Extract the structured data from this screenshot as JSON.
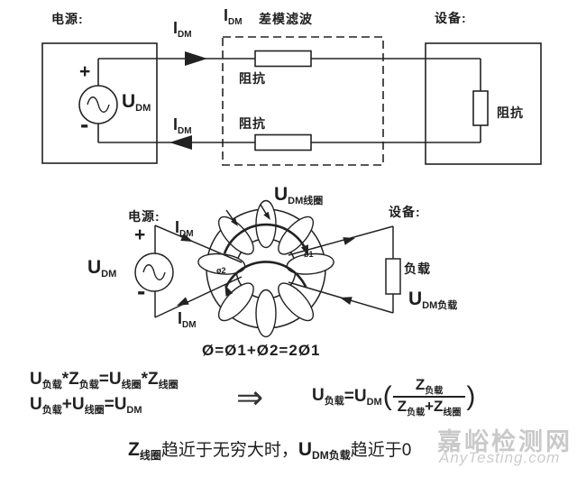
{
  "colors": {
    "line": "#222222",
    "text": "#1e1e1e",
    "watermark": "#c9c9c9",
    "background": "#ffffff"
  },
  "top": {
    "source_label": "电源:",
    "device_label": "设备:",
    "filter_label": "差模滤波",
    "idm_top": {
      "m": "I",
      "s": "DM"
    },
    "idm_bottom": {
      "m": "I",
      "s": "DM"
    },
    "idm_filter": {
      "m": "I",
      "s": "DM"
    },
    "udm": {
      "m": "U",
      "s": "DM"
    },
    "plus": "+",
    "minus": "-",
    "impedance_top": "阻抗",
    "impedance_bottom": "阻抗",
    "impedance_device": "阻抗"
  },
  "middle": {
    "source_label": "电源:",
    "device_label": "设备:",
    "plus": "+",
    "minus": "-",
    "udm": {
      "m": "U",
      "s": "DM"
    },
    "idm_top": {
      "m": "I",
      "s": "DM"
    },
    "idm_bottom": {
      "m": "I",
      "s": "DM"
    },
    "coil_voltage": {
      "m": "U",
      "s": "DM线圈"
    },
    "load_label": "负载",
    "load_voltage": {
      "m": "U",
      "s": "DM负载"
    },
    "flux1": "ø1",
    "flux2": "ø2",
    "flux_formula": "Ø=Ø1+Ø2=2Ø1"
  },
  "formulas": {
    "eq1": [
      {
        "m": "U",
        "s": "负载"
      },
      {
        "m": "*"
      },
      {
        "m": "Z",
        "s": "负载"
      },
      {
        "m": "="
      },
      {
        "m": "U",
        "s": "线圈"
      },
      {
        "m": "*"
      },
      {
        "m": "Z",
        "s": "线圈"
      }
    ],
    "eq2": [
      {
        "m": "U",
        "s": "负载"
      },
      {
        "m": "+"
      },
      {
        "m": "U",
        "s": "线圈"
      },
      {
        "m": "="
      },
      {
        "m": "U",
        "s": "DM"
      }
    ],
    "implies": "⇒",
    "eq3_lhs": [
      {
        "m": "U",
        "s": "负载"
      },
      {
        "m": "="
      },
      {
        "m": "U",
        "s": "DM"
      }
    ],
    "eq3_open": "(",
    "eq3_num": {
      "m": "Z",
      "s": "负载"
    },
    "eq3_den": [
      {
        "m": "Z",
        "s": "负载"
      },
      {
        "m": "+"
      },
      {
        "m": "Z",
        "s": "线圈"
      }
    ],
    "eq3_close": ")",
    "conclusion": [
      {
        "m": "Z",
        "s": "线圈"
      },
      {
        "t": "趋近于无穷大时，"
      },
      {
        "m": "U",
        "s": "DM负载"
      },
      {
        "t": "趋近于0"
      }
    ]
  },
  "watermark": {
    "cn": "嘉峪检测网",
    "en": "AnyTesting.com"
  }
}
